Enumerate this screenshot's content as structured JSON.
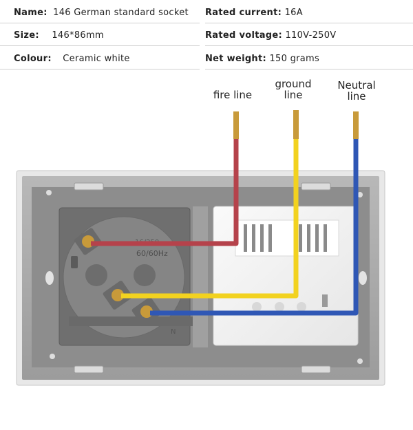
{
  "specs": {
    "name": {
      "label": "Name:",
      "value": "146 German standard socket"
    },
    "size": {
      "label": "Size:",
      "value": "146*86mm"
    },
    "colour": {
      "label": "Colour:",
      "value": "Ceramic white"
    },
    "current": {
      "label": "Rated current:",
      "value": "16A"
    },
    "voltage": {
      "label": "Rated voltage:",
      "value": "110V-250V"
    },
    "weight": {
      "label": "Net weight:",
      "value": "150 grams"
    }
  },
  "wires": {
    "fire": {
      "line1": "fire line",
      "line2": "",
      "color": "#b5424b"
    },
    "ground": {
      "line1": "ground",
      "line2": "line",
      "color": "#f2d21f"
    },
    "neutral": {
      "line1": "Neutral",
      "line2": "line",
      "color": "#2f57b5"
    }
  },
  "socket_marks": {
    "rating": "16/250",
    "frequency": "60/60Hz",
    "neutral_mark": "N"
  },
  "colors": {
    "frame": "#a9a9a9",
    "plate": "#8e8e8e",
    "socket_body": "#7d7d7d",
    "module_white": "#f4f4f4",
    "copper_tip": "#c89a3a"
  }
}
